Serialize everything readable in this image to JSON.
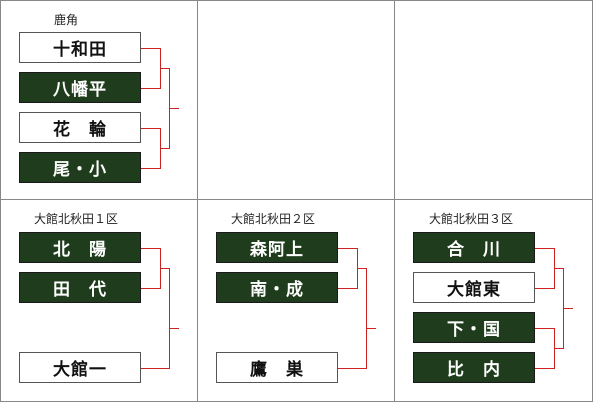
{
  "colors": {
    "winner_bg": "#1f3d1c",
    "bracket_line": "#cc2222",
    "grid": "#888888"
  },
  "panels": [
    {
      "title": "鹿角",
      "teams": [
        {
          "name": "十和田",
          "winner": false
        },
        {
          "name": "八幡平",
          "winner": true
        },
        {
          "name": "花　輪",
          "winner": false
        },
        {
          "name": "尾・小",
          "winner": true
        }
      ]
    },
    {
      "title": "",
      "teams": []
    },
    {
      "title": "",
      "teams": []
    },
    {
      "title": "大館北秋田１区",
      "teams": [
        {
          "name": "北　陽",
          "winner": true
        },
        {
          "name": "田　代",
          "winner": true
        },
        {
          "name": "大館一",
          "winner": false
        }
      ]
    },
    {
      "title": "大館北秋田２区",
      "teams": [
        {
          "name": "森阿上",
          "winner": true
        },
        {
          "name": "南・成",
          "winner": true
        },
        {
          "name": "鷹　巣",
          "winner": false
        }
      ]
    },
    {
      "title": "大館北秋田３区",
      "teams": [
        {
          "name": "合　川",
          "winner": true
        },
        {
          "name": "大館東",
          "winner": false
        },
        {
          "name": "下・国",
          "winner": true
        },
        {
          "name": "比　内",
          "winner": true
        }
      ]
    }
  ]
}
